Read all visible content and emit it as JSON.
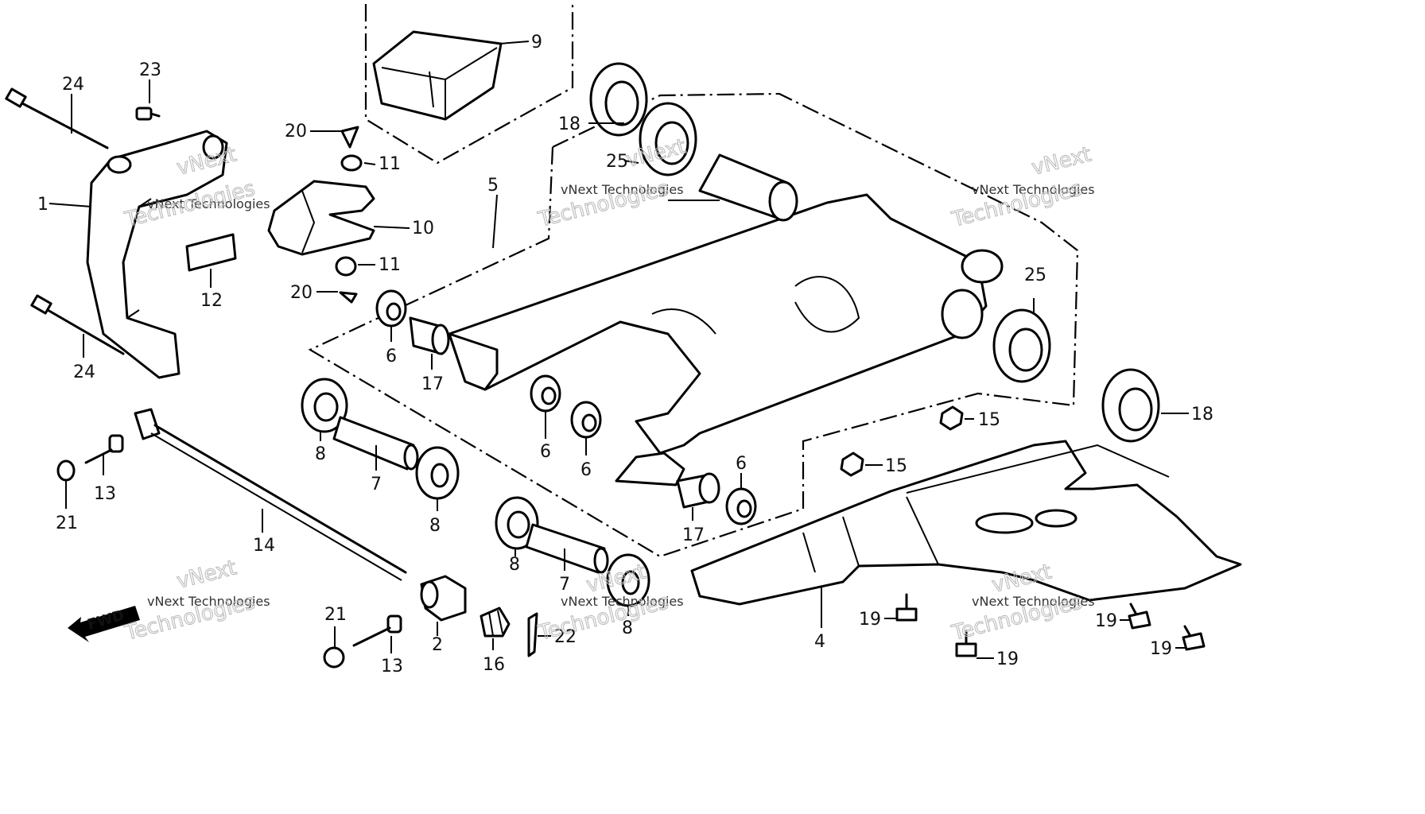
{
  "diagram": {
    "fwd_label": "FWD",
    "watermark_line1": "vNext Technologies",
    "watermark_line2": "Technologies",
    "watermark_top": "vNext",
    "callouts": {
      "c1": "1",
      "c2": "2",
      "c4": "4",
      "c5": "5",
      "c6a": "6",
      "c6b": "6",
      "c6c": "6",
      "c6d": "6",
      "c7a": "7",
      "c7b": "7",
      "c8a": "8",
      "c8b": "8",
      "c8c": "8",
      "c8d": "8",
      "c9": "9",
      "c10": "10",
      "c11a": "11",
      "c11b": "11",
      "c12": "12",
      "c13a": "13",
      "c13b": "13",
      "c14": "14",
      "c15a": "15",
      "c15b": "15",
      "c16": "16",
      "c17a": "17",
      "c17b": "17",
      "c18a": "18",
      "c18b": "18",
      "c19a": "19",
      "c19b": "19",
      "c19c": "19",
      "c19d": "19",
      "c20a": "20",
      "c20b": "20",
      "c21a": "21",
      "c21b": "21",
      "c22": "22",
      "c23": "23",
      "c24a": "24",
      "c24b": "24",
      "c25a": "25",
      "c25b": "25"
    }
  }
}
